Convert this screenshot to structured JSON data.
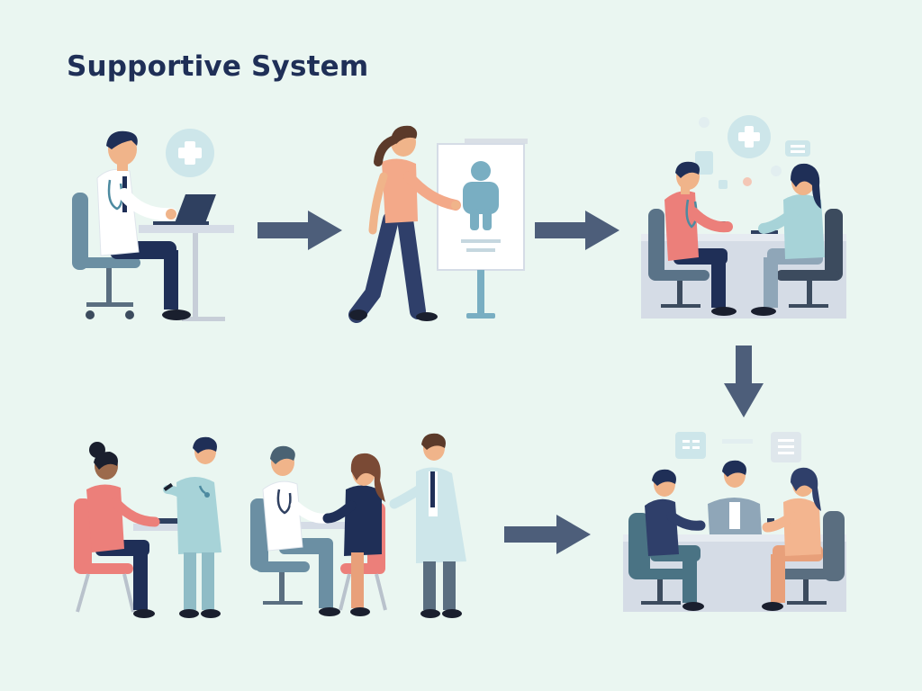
{
  "title": "Supportive System",
  "colors": {
    "background": "#eaf6f1",
    "navy": "#1f2f57",
    "arrow": "#4d5e7a",
    "chair_blue": "#6b8fa3",
    "skin": "#f0b48a",
    "coat": "#ffffff",
    "teal": "#a7d3d8",
    "pink": "#ec7f7a",
    "desk": "#d5dce6"
  },
  "scenes": [
    {
      "name": "doctor-at-laptop",
      "icon": "medical-cross-icon"
    },
    {
      "name": "patient-presenting-board",
      "icon": "body-chart-icon"
    },
    {
      "name": "doctor-patient-consultation",
      "icon": "medical-cross-icon"
    },
    {
      "name": "team-meeting",
      "icon": "document-icon"
    },
    {
      "name": "collaborative-care-group",
      "icon": "stethoscope-icon"
    }
  ],
  "flow": [
    {
      "from": "doctor-at-laptop",
      "to": "patient-presenting-board",
      "direction": "right"
    },
    {
      "from": "patient-presenting-board",
      "to": "doctor-patient-consultation",
      "direction": "right"
    },
    {
      "from": "doctor-patient-consultation",
      "to": "team-meeting",
      "direction": "down"
    },
    {
      "from": "collaborative-care-group",
      "to": "team-meeting",
      "direction": "right"
    }
  ]
}
